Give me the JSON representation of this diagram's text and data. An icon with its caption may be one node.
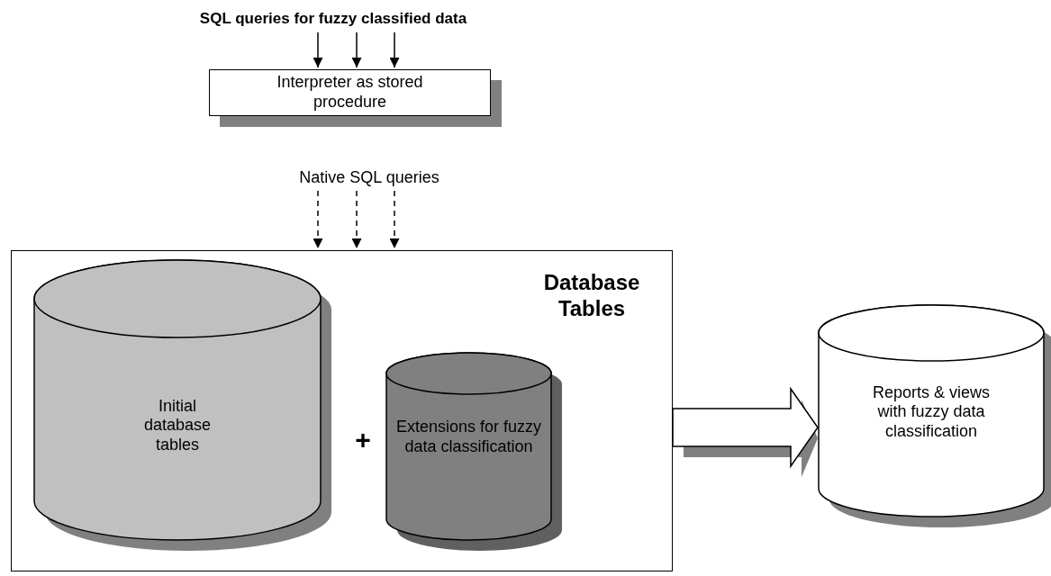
{
  "diagram": {
    "nodes": [
      {
        "text": [
          "SQL queries for fuzzy classified data"
        ]
      },
      {
        "text": [
          "Interpreter as stored procedure"
        ]
      },
      {
        "text": [
          "Native SQL queries"
        ]
      },
      {
        "text": [
          "Database Tables"
        ]
      },
      {
        "text": [
          "Initial database tables"
        ],
        "in": 3
      },
      {
        "text": [
          "Extensions for fuzzy data classification"
        ],
        "in": 3
      },
      {
        "text": [
          "Reports & views with fuzzy data classification"
        ]
      }
    ],
    "edges": [
      {
        "from": 0,
        "to": 1,
        "arrow": "to"
      },
      {
        "from": 0,
        "to": 1,
        "arrow": "to"
      },
      {
        "from": 0,
        "to": 1,
        "arrow": "to"
      },
      {
        "from": 2,
        "to": 3,
        "arrow": "to",
        "style": "dashed"
      },
      {
        "from": 2,
        "to": 3,
        "arrow": "to",
        "style": "dashed"
      },
      {
        "from": 2,
        "to": 3,
        "arrow": "to",
        "style": "dashed"
      },
      {
        "from": 3,
        "to": 6,
        "arrow": "to",
        "style": "thick"
      }
    ],
    "labels": [
      "+"
    ]
  }
}
